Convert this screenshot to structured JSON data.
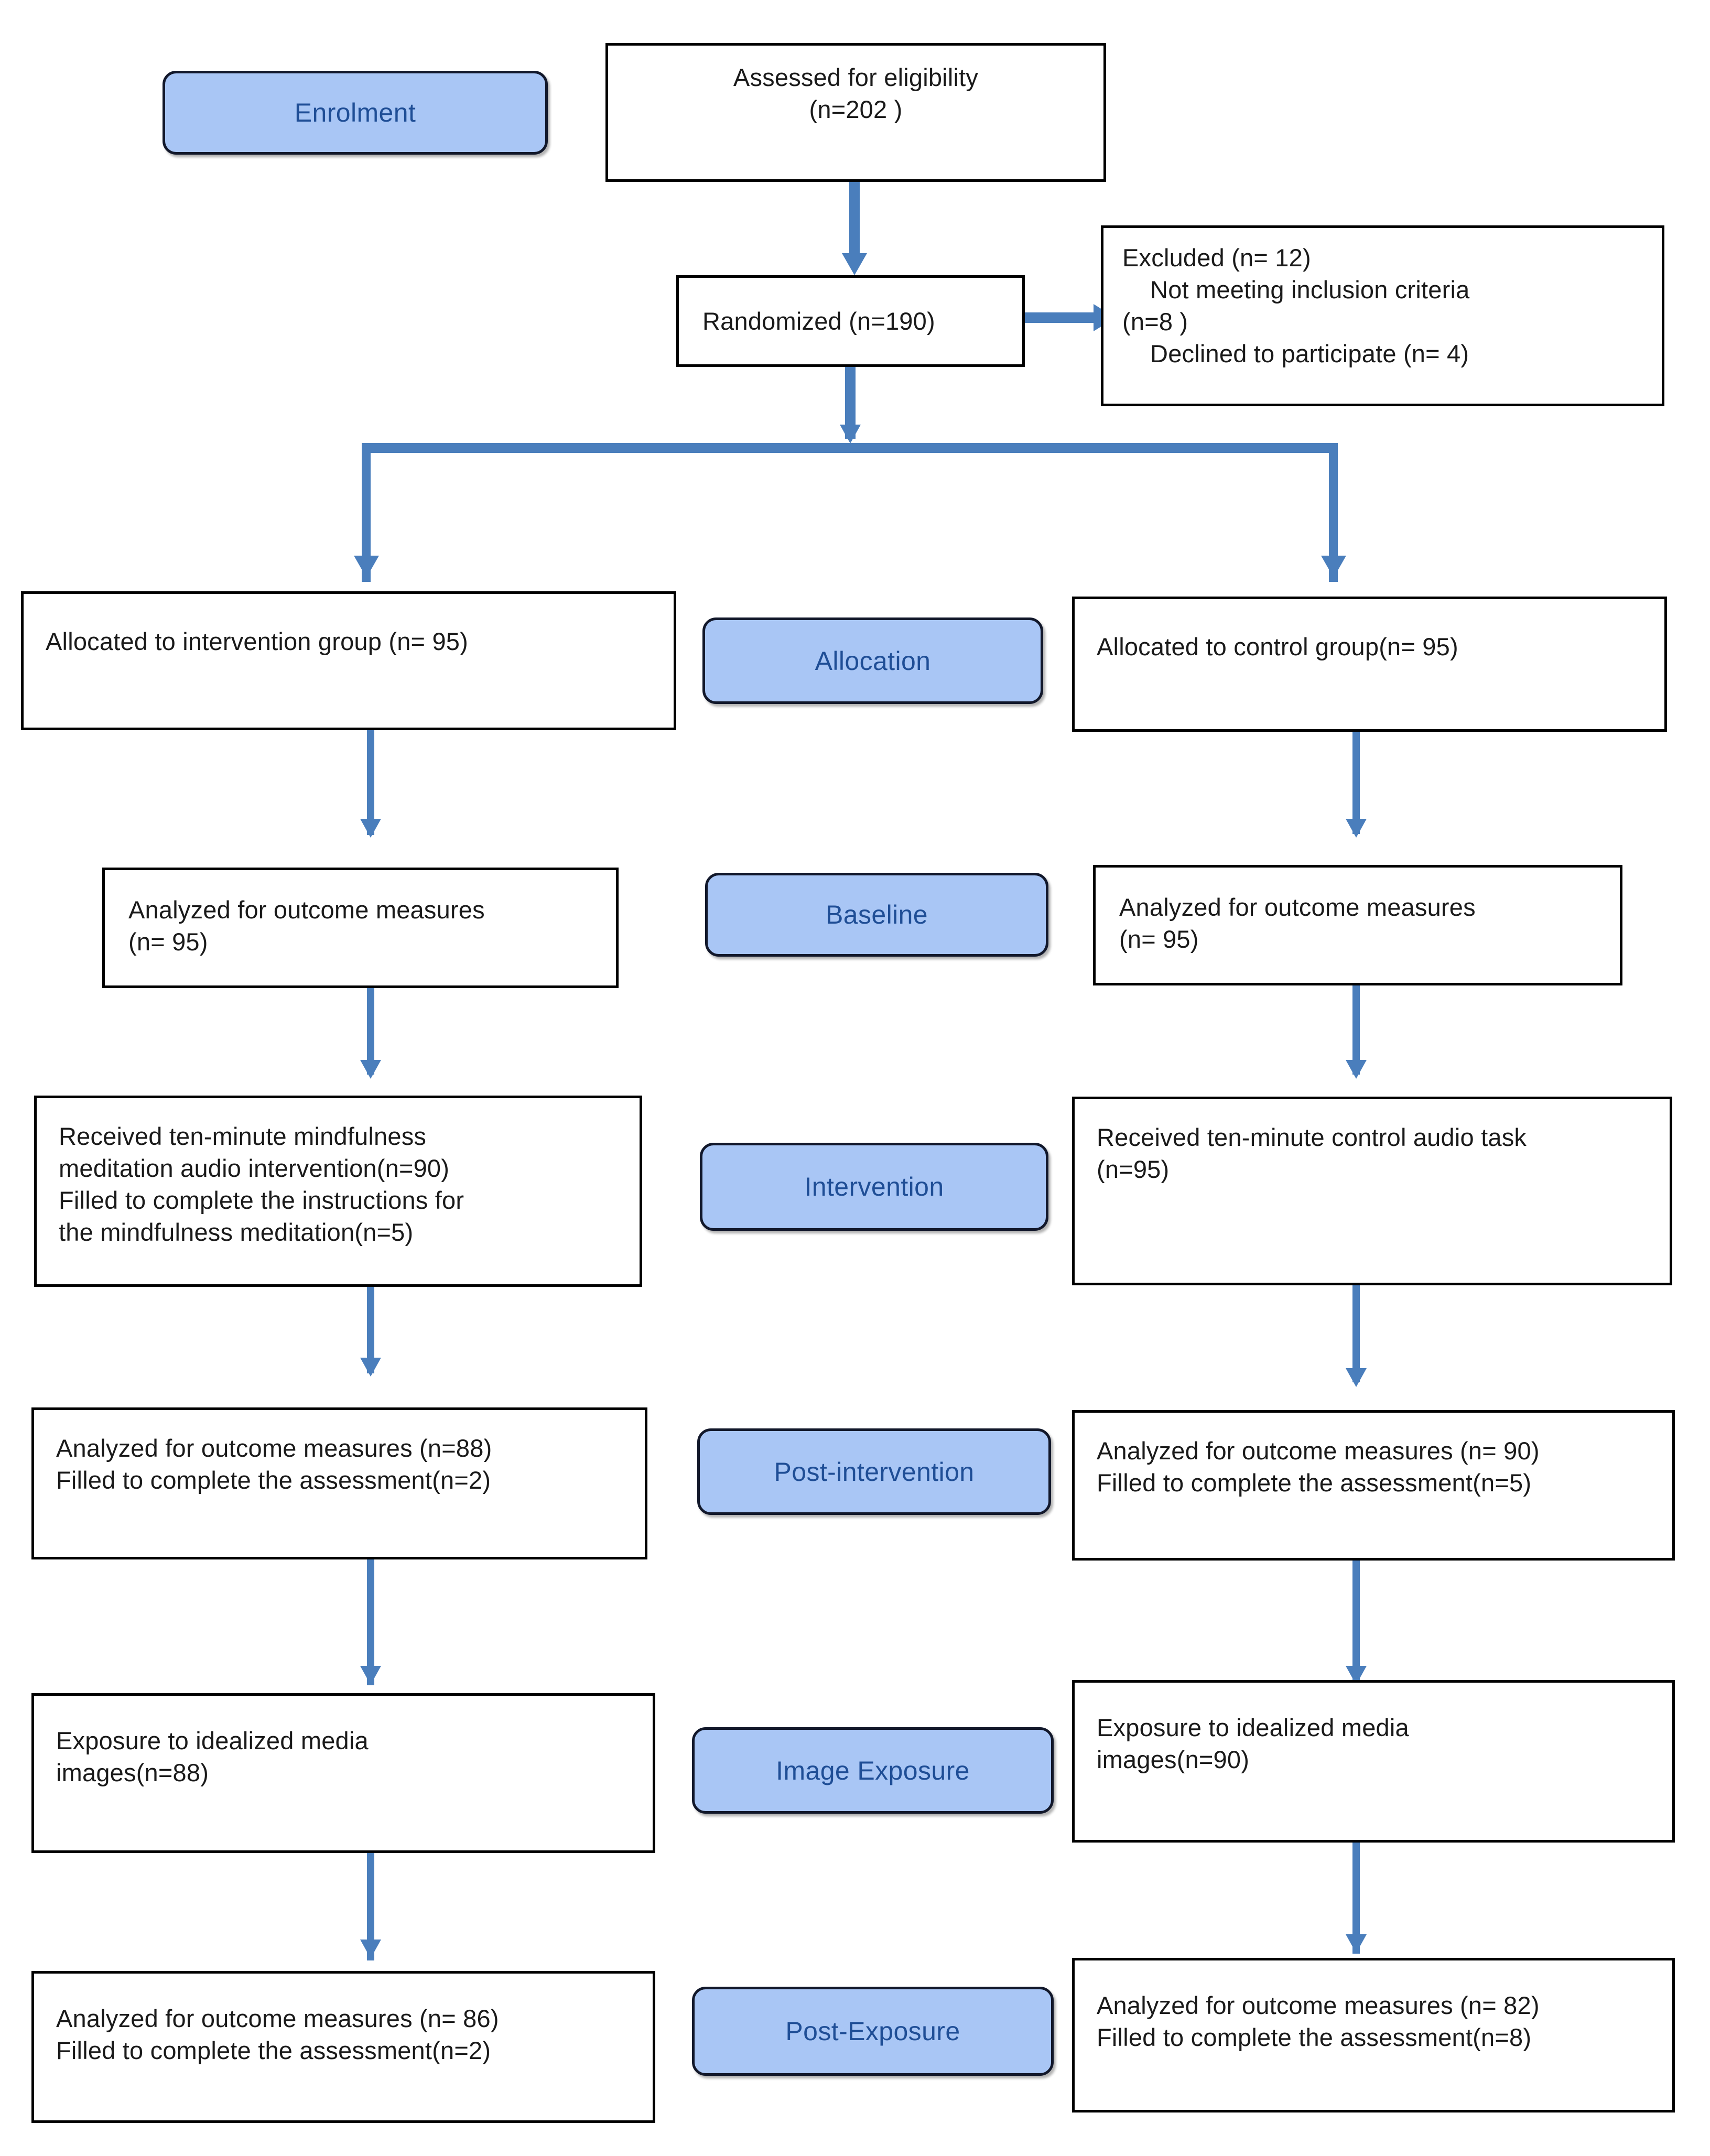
{
  "diagram": {
    "title": "CONSORT participant flow diagram",
    "type": "flowchart",
    "colors": {
      "stage_fill": "#a9c6f5",
      "stage_border": "#12182b",
      "stage_text": "#1f4e96",
      "node_border": "#000000",
      "node_fill": "#ffffff",
      "arrow": "#4a7ebc"
    }
  },
  "stages": {
    "enrolment": "Enrolment",
    "allocation": "Allocation",
    "baseline": "Baseline",
    "intervention": "Intervention",
    "post_intervention": "Post-intervention",
    "image_exposure": "Image Exposure",
    "post_exposure": "Post-Exposure"
  },
  "nodes": {
    "assessed": "Assessed for eligibility\n(n=202 )",
    "randomized": "Randomized (n=190)",
    "excluded": "Excluded (n= 12)\n    Not meeting inclusion criteria\n(n=8 )\n    Declined to participate (n= 4)",
    "alloc_intervention": "Allocated to intervention group (n= 95)",
    "alloc_control": "Allocated to control group(n= 95)",
    "baseline_intervention": "Analyzed for outcome measures\n(n= 95)",
    "baseline_control": "Analyzed for outcome measures\n(n= 95)",
    "intervention_left": "Received ten-minute mindfulness\nmeditation audio intervention(n=90)\nFilled to complete the instructions for\nthe mindfulness meditation(n=5)",
    "intervention_right": "Received ten-minute control audio task\n(n=95)",
    "post_intervention_left": "Analyzed for outcome measures (n=88)\nFilled to complete the assessment(n=2)",
    "post_intervention_right": "Analyzed for outcome measures (n= 90)\nFilled to complete the assessment(n=5)",
    "image_exposure_left": "Exposure to idealized media\nimages(n=88)",
    "image_exposure_right": "Exposure to idealized media\nimages(n=90)",
    "post_exposure_left": "Analyzed for outcome measures (n= 86)\nFilled to complete the assessment(n=2)",
    "post_exposure_right": "Analyzed for outcome measures (n= 82)\nFilled to complete the assessment(n=8)"
  },
  "chart_data": {
    "type": "flowchart",
    "title": "CONSORT participant flow diagram",
    "stages": [
      "Enrolment",
      "Allocation",
      "Baseline",
      "Intervention",
      "Post-intervention",
      "Image Exposure",
      "Post-Exposure"
    ],
    "counts": {
      "assessed_for_eligibility": 202,
      "randomized": 190,
      "excluded_total": 12,
      "excluded_not_meeting_inclusion_criteria": 8,
      "excluded_declined_to_participate": 4,
      "allocated_intervention": 95,
      "allocated_control": 95,
      "baseline_analyzed_intervention": 95,
      "baseline_analyzed_control": 95,
      "received_mindfulness_audio_intervention": 90,
      "failed_instructions_mindfulness": 5,
      "received_control_audio_task": 95,
      "post_intervention_analyzed_intervention": 88,
      "post_intervention_failed_assessment_intervention": 2,
      "post_intervention_analyzed_control": 90,
      "post_intervention_failed_assessment_control": 5,
      "image_exposure_intervention": 88,
      "image_exposure_control": 90,
      "post_exposure_analyzed_intervention": 86,
      "post_exposure_failed_assessment_intervention": 2,
      "post_exposure_analyzed_control": 82,
      "post_exposure_failed_assessment_control": 8
    }
  }
}
